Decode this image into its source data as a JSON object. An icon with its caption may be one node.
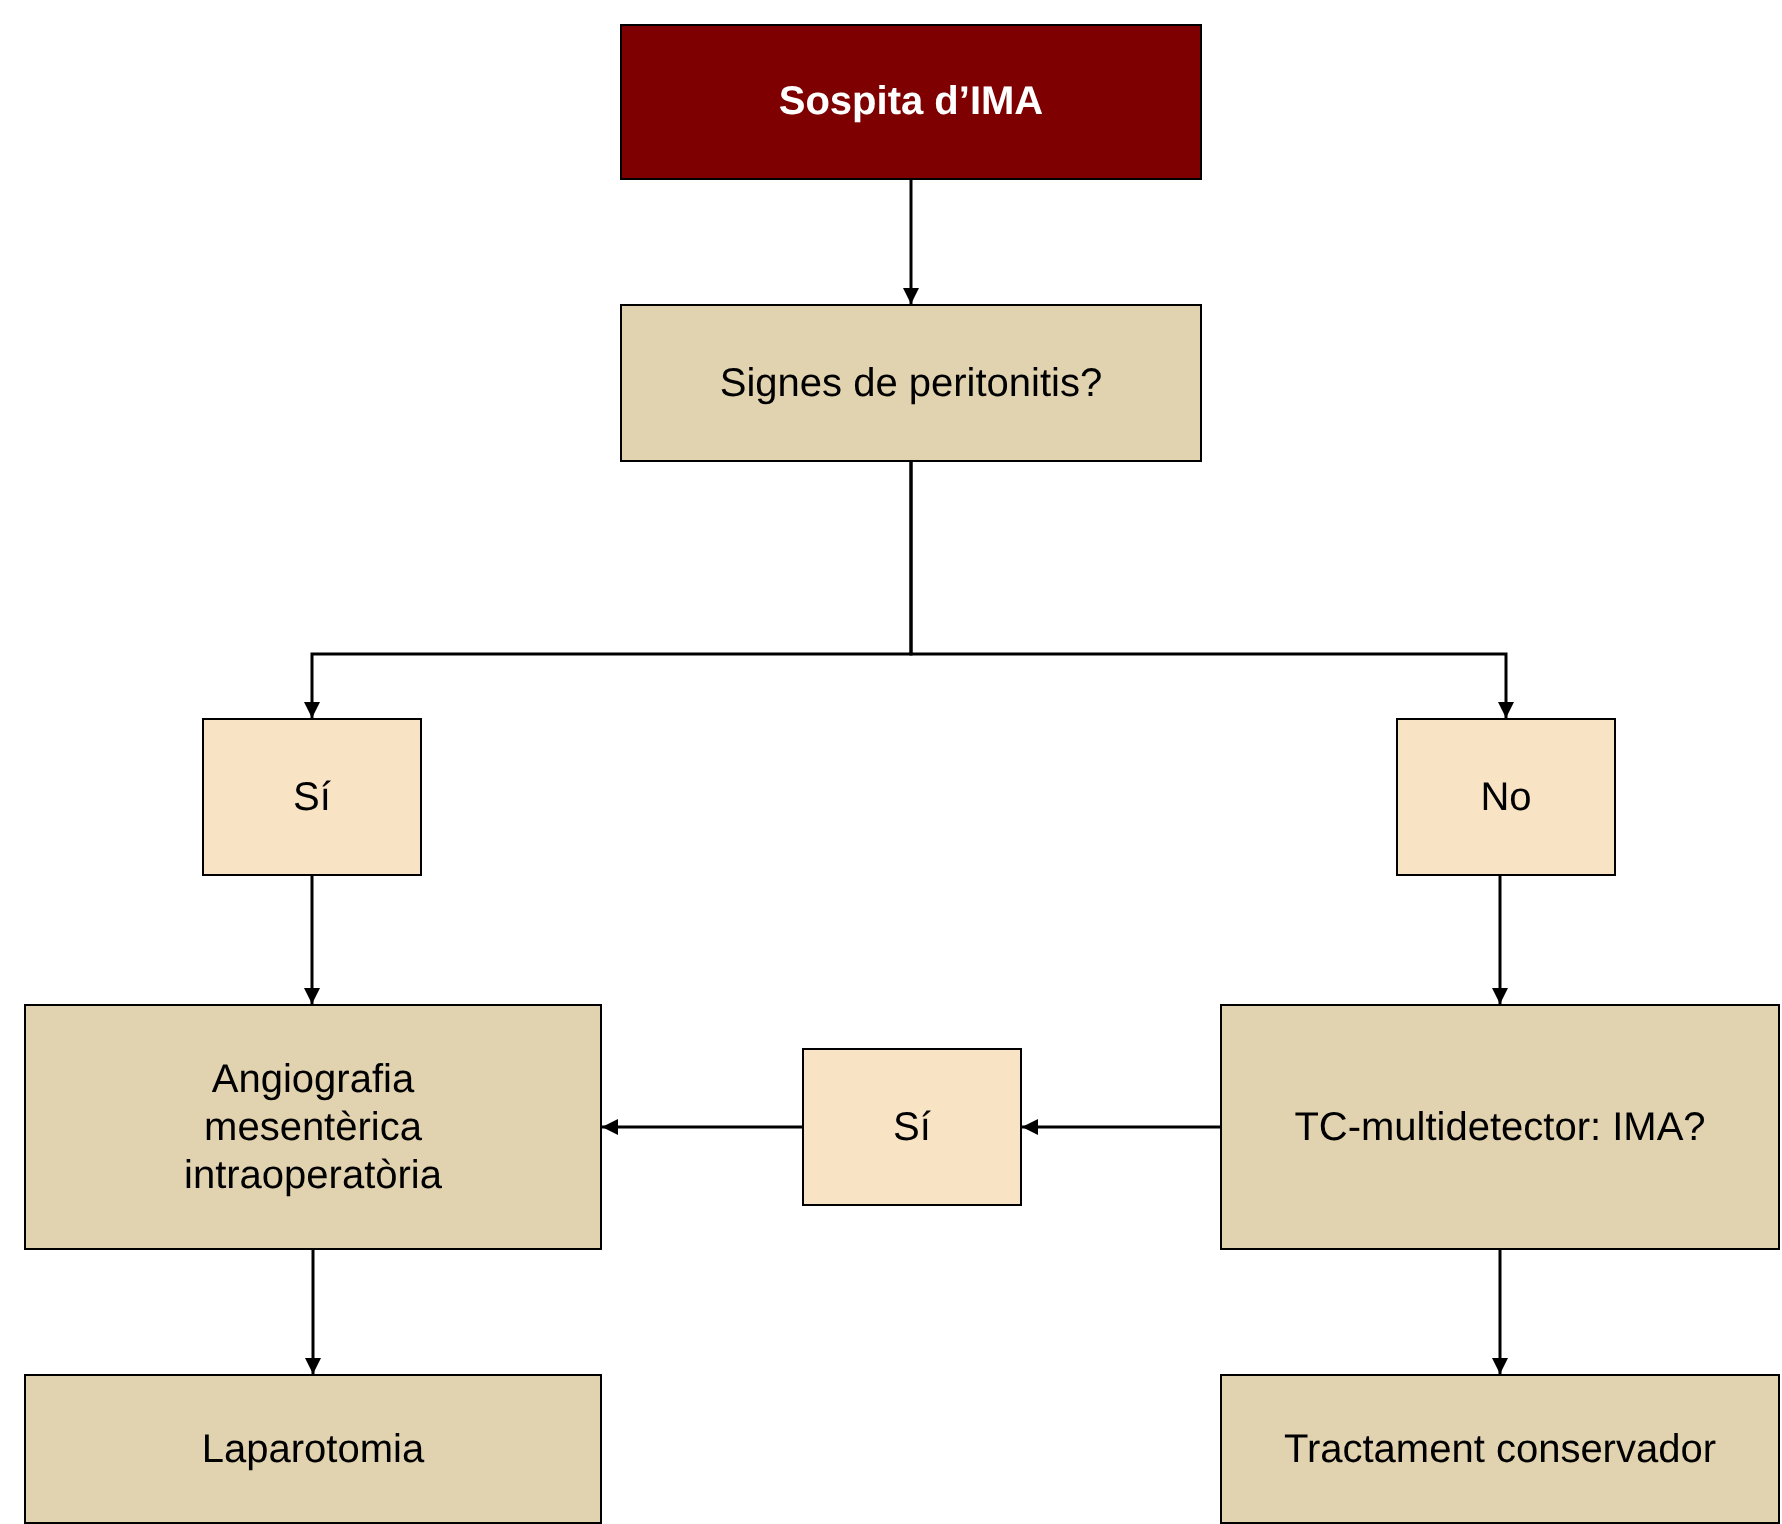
{
  "diagram": {
    "nodes": [
      {
        "text": [
          "Sospita d’IMA"
        ]
      },
      {
        "text": [
          "Signes de peritonitis?"
        ]
      },
      {
        "text": [
          "Sí"
        ]
      },
      {
        "text": [
          "No"
        ]
      },
      {
        "text": [
          "Angiografia mesentèrica intraoperatòria"
        ]
      },
      {
        "text": [
          "Sí"
        ]
      },
      {
        "text": [
          "TC-multidetector: IMA?"
        ]
      },
      {
        "text": [
          "Laparotomia"
        ]
      },
      {
        "text": [
          "Tractament conservador"
        ]
      }
    ],
    "edges": [
      {
        "from": 0,
        "to": 1,
        "arrow": "to"
      },
      {
        "from": 1,
        "to": 2,
        "arrow": "to"
      },
      {
        "from": 1,
        "to": 3,
        "arrow": "to"
      },
      {
        "from": 2,
        "to": 4,
        "arrow": "to"
      },
      {
        "from": 3,
        "to": 6,
        "arrow": "to"
      },
      {
        "from": 6,
        "to": 5,
        "arrow": "to"
      },
      {
        "from": 5,
        "to": 4,
        "arrow": "to"
      },
      {
        "from": 4,
        "to": 7,
        "arrow": "to"
      },
      {
        "from": 6,
        "to": 8,
        "arrow": "to"
      }
    ]
  }
}
